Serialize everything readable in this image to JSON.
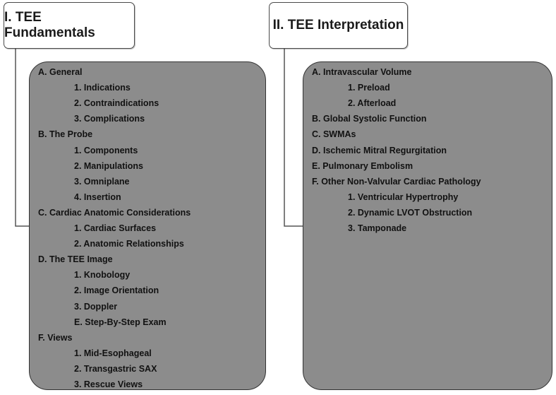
{
  "left": {
    "title": "I. TEE Fundamentals",
    "items": [
      {
        "text": "A. General",
        "level": 1
      },
      {
        "text": "1. Indications",
        "level": 2
      },
      {
        "text": "2. Contraindications",
        "level": 2
      },
      {
        "text": "3. Complications",
        "level": 2
      },
      {
        "text": "B. The Probe",
        "level": 1
      },
      {
        "text": "1. Components",
        "level": 2
      },
      {
        "text": "2. Manipulations",
        "level": 2
      },
      {
        "text": "3. Omniplane",
        "level": 2
      },
      {
        "text": "4. Insertion",
        "level": 2
      },
      {
        "text": "C. Cardiac Anatomic Considerations",
        "level": 1
      },
      {
        "text": "1. Cardiac Surfaces",
        "level": 2
      },
      {
        "text": "2. Anatomic Relationships",
        "level": 2
      },
      {
        "text": "D. The TEE Image",
        "level": 1
      },
      {
        "text": "1. Knobology",
        "level": 2
      },
      {
        "text": "2. Image Orientation",
        "level": 2
      },
      {
        "text": "3. Doppler",
        "level": 2
      },
      {
        "text": "E. Step-By-Step Exam",
        "level": 2
      },
      {
        "text": "F. Views",
        "level": 1
      },
      {
        "text": "1. Mid-Esophageal",
        "level": 2
      },
      {
        "text": "2. Transgastric SAX",
        "level": 2
      },
      {
        "text": "3. Rescue Views",
        "level": 2
      }
    ]
  },
  "right": {
    "title": "II. TEE Interpretation",
    "items": [
      {
        "text": "A. Intravascular Volume",
        "level": 1
      },
      {
        "text": "1. Preload",
        "level": 2
      },
      {
        "text": "2. Afterload",
        "level": 2
      },
      {
        "text": "B. Global Systolic Function",
        "level": 1
      },
      {
        "text": "C. SWMAs",
        "level": 1
      },
      {
        "text": "D. Ischemic Mitral Regurgitation",
        "level": 1
      },
      {
        "text": "E. Pulmonary Embolism",
        "level": 1
      },
      {
        "text": "F. Other Non-Valvular Cardiac Pathology",
        "level": 1
      },
      {
        "text": "1. Ventricular Hypertrophy",
        "level": 2
      },
      {
        "text": "2. Dynamic LVOT Obstruction",
        "level": 2
      },
      {
        "text": "3. Tamponade",
        "level": 2
      }
    ]
  },
  "colors": {
    "panel_fill": "#8c8c8c",
    "panel_border": "#333333",
    "header_fill": "#ffffff",
    "text": "#111111"
  }
}
